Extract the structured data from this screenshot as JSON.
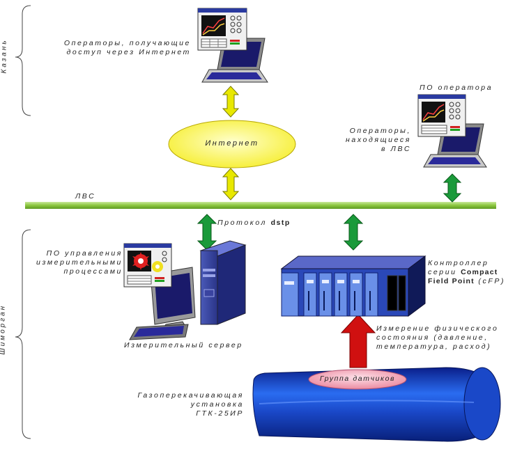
{
  "regions": {
    "kazan": "Казань",
    "shimorgan": "Шиморган"
  },
  "remote_operators": {
    "label_line1": "Операторы, получающие",
    "label_line2": "доступ через Интернет"
  },
  "internet": {
    "label": "Интернет"
  },
  "lan": {
    "label": "ЛВС"
  },
  "lan_operators": {
    "software_label": "ПО оператора",
    "label_line1": "Операторы,",
    "label_line2": "находящиеся",
    "label_line3": "в ЛВС"
  },
  "protocol": {
    "prefix": "Протокол ",
    "name": "dstp"
  },
  "measurement_software": {
    "line1": "ПО управления",
    "line2": "измерительными",
    "line3": "процессами"
  },
  "measurement_server": {
    "label": "Измерительный сервер"
  },
  "controller": {
    "line1": "Контроллер",
    "line2_prefix": "серии ",
    "line2_bold": "Compact",
    "line3_bold": "Field Point",
    "line3_suffix": " (cFP)"
  },
  "measurement": {
    "line1": "Измерение физического",
    "line2": "состояния (давление,",
    "line3": "температура, расход)"
  },
  "sensors": {
    "label": "Группа датчиков"
  },
  "gas_unit": {
    "line1": "Газоперекачивающая",
    "line2": "установка",
    "line3": "ГТК-25ИР"
  },
  "colors": {
    "lan_line": "#8cc63f",
    "internet_fill": "#ffff66",
    "yellow_arrow": "#e8e800",
    "green_arrow": "#1a9a3a",
    "red_arrow": "#d01010",
    "turbine_blue": "#1a4fd0",
    "sensor_pink": "#f2a0b0"
  }
}
